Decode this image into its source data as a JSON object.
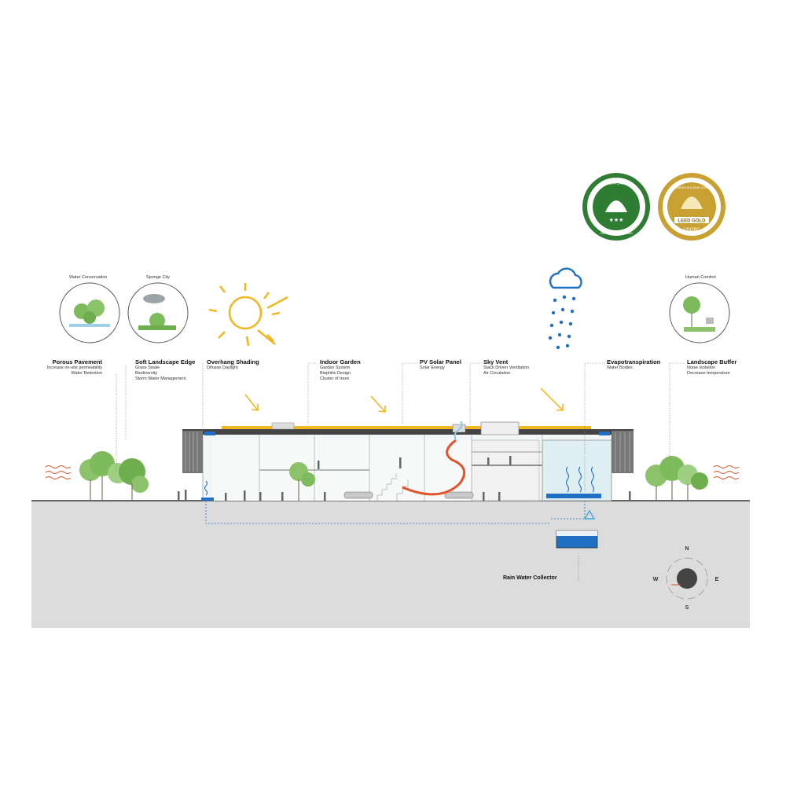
{
  "badges": {
    "china": {
      "ring_text": "中国绿色建筑",
      "bottom_text": "CHINA GREEN BUILDING",
      "stars": "★★★",
      "color": "#2e7d32"
    },
    "leed": {
      "ring_text": "U.S. GREEN BUILDING COUNCIL",
      "ribbon": "LEED GOLD",
      "bottom_text": "USGBC",
      "color": "#c9a032"
    }
  },
  "circles": {
    "water_conservation": "Water Conservation",
    "sponge_city": "Sponge City",
    "human_comfort": "Human Comfort"
  },
  "labels": {
    "porous": {
      "title": "Porous Pavement",
      "lines": [
        "Increase on-site permeability",
        "Water Retention"
      ]
    },
    "soft_edge": {
      "title": "Soft Landscape Edge",
      "lines": [
        "Grass Swale",
        "Biodiversity",
        "Storm Water Management"
      ]
    },
    "overhang": {
      "title": "Overhang Shading",
      "lines": [
        "Difusse Daylight"
      ]
    },
    "indoor_garden": {
      "title": "Indoor Garden",
      "lines": [
        "Garden System",
        "Biophilic Design",
        "Cluster of trees"
      ]
    },
    "pv": {
      "title": "PV Solar Panel",
      "lines": [
        "Solar Energy"
      ]
    },
    "sky_vent": {
      "title": "Sky Vent",
      "lines": [
        "Stack Driven Ventilation",
        "Air Circulation"
      ]
    },
    "evapo": {
      "title": "Evapotranspiration",
      "lines": [
        "Water Bodies"
      ]
    },
    "buffer": {
      "title": "Landscape Buffer",
      "lines": [
        "Noise Isolation",
        "Decrease temperature"
      ]
    }
  },
  "rain_collector": "Rain Water Collector",
  "compass": {
    "n": "N",
    "s": "S",
    "e": "E",
    "w": "W"
  },
  "colors": {
    "sun": "#f2b824",
    "rain": "#1f6fc4",
    "heat": "#e2522b",
    "ground": "#dcdcdc",
    "tree": "#7dbb5c",
    "glass": "#dfeef2"
  }
}
